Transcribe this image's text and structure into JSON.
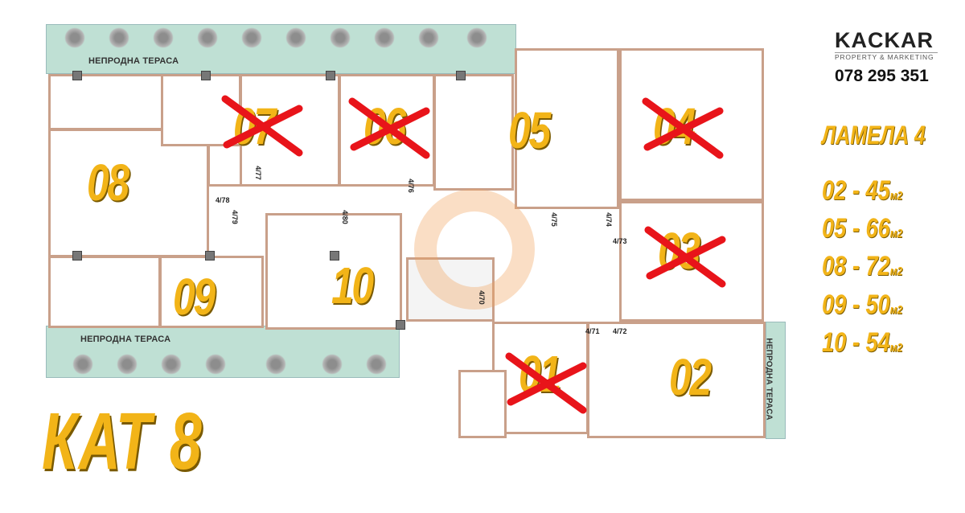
{
  "brand": {
    "name": "KACKAR",
    "tagline": "PROPERTY & MARKETING",
    "phone": "078 295 351",
    "accent": "#e8892c"
  },
  "lamela": "ЛАМЕЛА 4",
  "floor": "КАТ 8",
  "terrace_label": "НЕПРОДНА ТЕРАСА",
  "terraces": {
    "top": "НЕПРОДНА ТЕРАСА",
    "bottom": "НЕПРОДНА ТЕРАСА",
    "right": "НЕПРОДНА ТЕРАСА"
  },
  "units": [
    {
      "id": "08",
      "available": true
    },
    {
      "id": "07",
      "available": false
    },
    {
      "id": "06",
      "available": false
    },
    {
      "id": "05",
      "available": true
    },
    {
      "id": "04",
      "available": false
    },
    {
      "id": "03",
      "available": false
    },
    {
      "id": "10",
      "available": true
    },
    {
      "id": "09",
      "available": true
    },
    {
      "id": "01",
      "available": false
    },
    {
      "id": "02",
      "available": true
    }
  ],
  "areas": [
    {
      "unit": "02",
      "sep": "-",
      "area": "45",
      "unit_label": "м2"
    },
    {
      "unit": "05",
      "sep": "-",
      "area": "66",
      "unit_label": "м2"
    },
    {
      "unit": "08",
      "sep": "-",
      "area": "72",
      "unit_label": "м2"
    },
    {
      "unit": "09",
      "sep": "-",
      "area": "50",
      "unit_label": "м2"
    },
    {
      "unit": "10",
      "sep": "-",
      "area": "54",
      "unit_label": "м2"
    }
  ],
  "doors": [
    "4/78",
    "4/77",
    "4/76",
    "4/79",
    "4/80",
    "4/75",
    "4/74",
    "4/73",
    "4/72",
    "4/71",
    "4/70"
  ],
  "colors": {
    "unit_label": "#f2b418",
    "cross": "#e8141a",
    "wall": "#c9a08a",
    "terrace": "#bfe0d4"
  }
}
